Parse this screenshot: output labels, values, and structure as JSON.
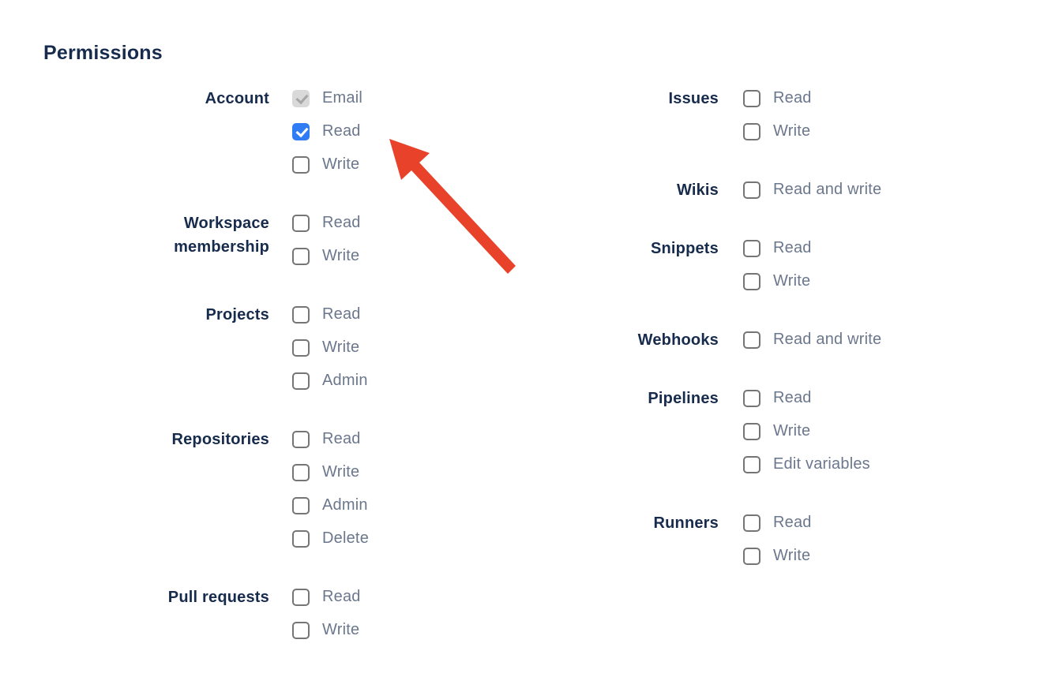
{
  "heading": "Permissions",
  "colors": {
    "heading_text": "#172B4D",
    "group_label_text": "#172B4D",
    "option_label_text": "#6B778C",
    "checkbox_border": "#757575",
    "checkbox_checked_bg": "#2F7CF5",
    "checkbox_disabled_bg": "#D9D9D9",
    "checkbox_disabled_check": "#A6A6A6",
    "arrow_color": "#E8422B"
  },
  "permissions": {
    "left_groups": [
      {
        "label": "Account",
        "options": [
          {
            "label": "Email",
            "checked": true,
            "disabled": true
          },
          {
            "label": "Read",
            "checked": true,
            "disabled": false
          },
          {
            "label": "Write",
            "checked": false,
            "disabled": false
          }
        ]
      },
      {
        "label": "Workspace membership",
        "options": [
          {
            "label": "Read",
            "checked": false,
            "disabled": false
          },
          {
            "label": "Write",
            "checked": false,
            "disabled": false
          }
        ]
      },
      {
        "label": "Projects",
        "options": [
          {
            "label": "Read",
            "checked": false,
            "disabled": false
          },
          {
            "label": "Write",
            "checked": false,
            "disabled": false
          },
          {
            "label": "Admin",
            "checked": false,
            "disabled": false
          }
        ]
      },
      {
        "label": "Repositories",
        "options": [
          {
            "label": "Read",
            "checked": false,
            "disabled": false
          },
          {
            "label": "Write",
            "checked": false,
            "disabled": false
          },
          {
            "label": "Admin",
            "checked": false,
            "disabled": false
          },
          {
            "label": "Delete",
            "checked": false,
            "disabled": false
          }
        ]
      },
      {
        "label": "Pull requests",
        "options": [
          {
            "label": "Read",
            "checked": false,
            "disabled": false
          },
          {
            "label": "Write",
            "checked": false,
            "disabled": false
          }
        ]
      }
    ],
    "right_groups": [
      {
        "label": "Issues",
        "options": [
          {
            "label": "Read",
            "checked": false,
            "disabled": false
          },
          {
            "label": "Write",
            "checked": false,
            "disabled": false
          }
        ]
      },
      {
        "label": "Wikis",
        "options": [
          {
            "label": "Read and write",
            "checked": false,
            "disabled": false
          }
        ]
      },
      {
        "label": "Snippets",
        "options": [
          {
            "label": "Read",
            "checked": false,
            "disabled": false
          },
          {
            "label": "Write",
            "checked": false,
            "disabled": false
          }
        ]
      },
      {
        "label": "Webhooks",
        "options": [
          {
            "label": "Read and write",
            "checked": false,
            "disabled": false
          }
        ]
      },
      {
        "label": "Pipelines",
        "options": [
          {
            "label": "Read",
            "checked": false,
            "disabled": false
          },
          {
            "label": "Write",
            "checked": false,
            "disabled": false
          },
          {
            "label": "Edit variables",
            "checked": false,
            "disabled": false
          }
        ]
      },
      {
        "label": "Runners",
        "options": [
          {
            "label": "Read",
            "checked": false,
            "disabled": false
          },
          {
            "label": "Write",
            "checked": false,
            "disabled": false
          }
        ]
      }
    ]
  },
  "annotation_arrow": {
    "color": "#E8422B",
    "points_to": "Account Read checkbox"
  }
}
